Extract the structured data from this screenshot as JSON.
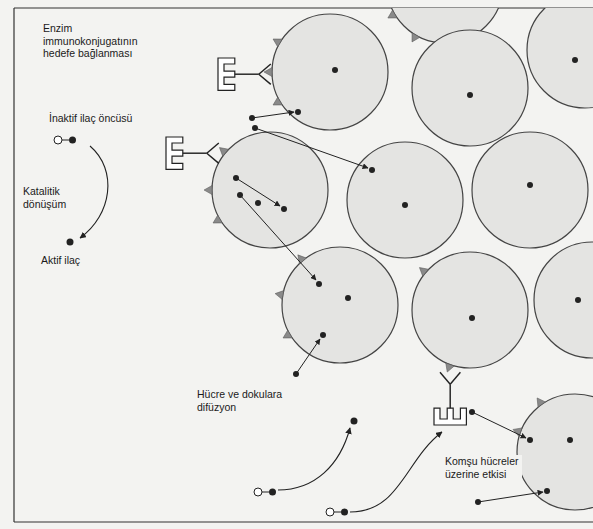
{
  "diagram": {
    "labels": [
      "Enzim immunokonjugatının hedefe bağlanması",
      "İnaktif ilaç öncüsü",
      "Katalitik dönüşüm",
      "Aktif ilaç",
      "Hücre ve dokulara difüzyon",
      "Komşu hücreler üzerine etkisi"
    ]
  }
}
